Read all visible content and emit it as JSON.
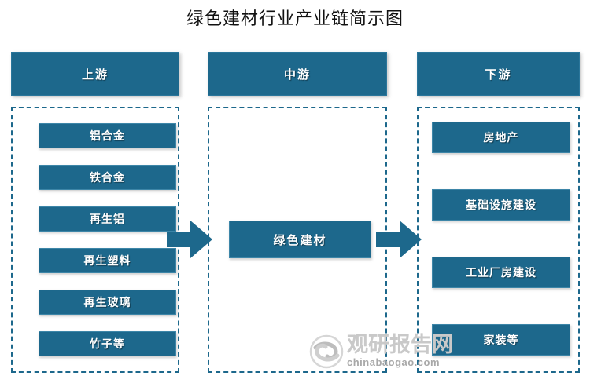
{
  "title": "绿色建材行业产业链简示图",
  "colors": {
    "box_fill": "#1d688c",
    "box_border": "#3d86a8",
    "dashed_border": "#1d688c",
    "arrow": "#1d688c",
    "title_text": "#111111",
    "chip_text": "#ffffff",
    "background": "#ffffff",
    "watermark": "#c9c9c9"
  },
  "columns": [
    {
      "key": "upstream",
      "header": "上游",
      "items": [
        {
          "label": "铝合金"
        },
        {
          "label": "铁合金"
        },
        {
          "label": "再生铝"
        },
        {
          "label": "再生塑料"
        },
        {
          "label": "再生玻璃"
        },
        {
          "label": "竹子等"
        }
      ]
    },
    {
      "key": "midstream",
      "header": "中游",
      "items": [
        {
          "label": "绿色建材"
        }
      ]
    },
    {
      "key": "downstream",
      "header": "下游",
      "items": [
        {
          "label": "房地产"
        },
        {
          "label": "基础设施建设"
        },
        {
          "label": "工业厂房建设"
        },
        {
          "label": "家装等"
        }
      ]
    }
  ],
  "arrows": [
    {
      "name": "upstream-to-midstream",
      "direction": "right"
    },
    {
      "name": "midstream-to-downstream",
      "direction": "right"
    }
  ],
  "watermark": {
    "logo": "swirl-logo-icon",
    "cn": "观研报告网",
    "en": "chinabaogao.com"
  }
}
